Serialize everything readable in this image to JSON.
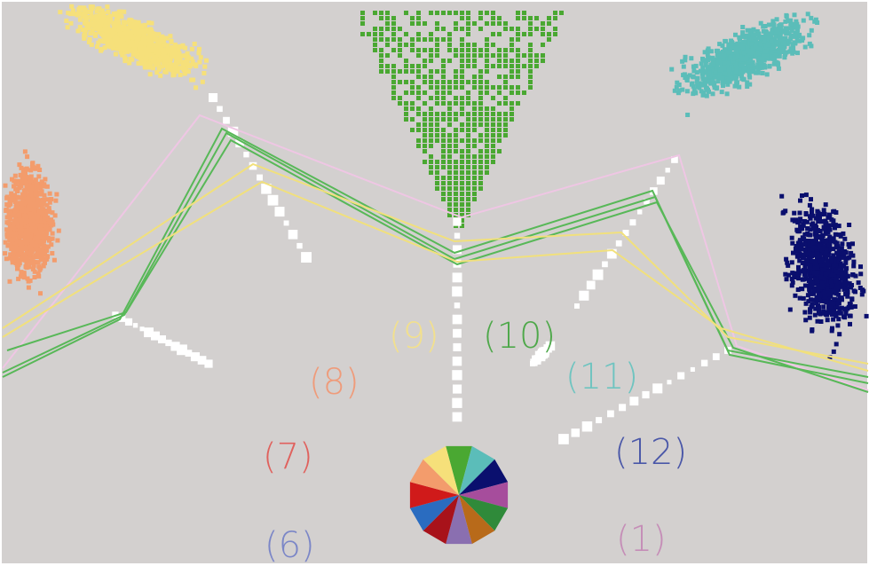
{
  "background": "#d3d0cf",
  "labels": [
    {
      "id": "1",
      "text": "(1)",
      "color": "#c58db7"
    },
    {
      "id": "6",
      "text": "(6)",
      "color": "#7b86c7"
    },
    {
      "id": "7",
      "text": "(7)",
      "color": "#e0615d"
    },
    {
      "id": "8",
      "text": "(8)",
      "color": "#ef9b7a"
    },
    {
      "id": "9",
      "text": "(9)",
      "color": "#f2e08d"
    },
    {
      "id": "10",
      "text": "(10)",
      "color": "#4ea84a"
    },
    {
      "id": "11",
      "text": "(11)",
      "color": "#6fc4c0"
    },
    {
      "id": "12",
      "text": "(12)",
      "color": "#4a57a8"
    }
  ],
  "clusters": [
    {
      "name": "cluster-8-orange",
      "color": "#f39c6c"
    },
    {
      "name": "cluster-9-yellow",
      "color": "#f6e07a"
    },
    {
      "name": "cluster-10-green",
      "color": "#4aa832"
    },
    {
      "name": "cluster-11-teal",
      "color": "#5bbdb9"
    },
    {
      "name": "cluster-12-navy",
      "color": "#0a0f6e"
    }
  ],
  "axis_color": "#ffffff",
  "line_colors": {
    "pink": "#efc6e4",
    "green": "#58b858",
    "yellow": "#f1e07c"
  },
  "color_wheel": [
    "#4aa832",
    "#5bbdb9",
    "#0a0f6e",
    "#a64d9c",
    "#2f8a3a",
    "#b86a1a",
    "#8a6fb0",
    "#a8121a",
    "#2a6cc0",
    "#d01a1a",
    "#f39c6c",
    "#f6e07a"
  ]
}
